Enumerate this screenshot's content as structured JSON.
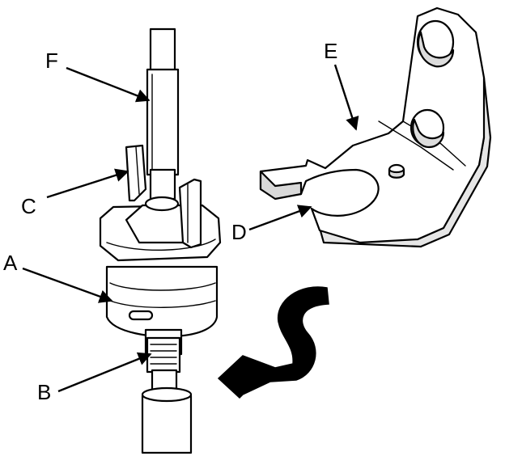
{
  "callouts": {
    "a": "A",
    "b": "B",
    "c": "C",
    "d": "D",
    "e": "E",
    "f": "F"
  },
  "colors": {
    "ink": "#000000",
    "paper": "#ffffff"
  },
  "icons": [
    "rotation-arrow-icon"
  ]
}
